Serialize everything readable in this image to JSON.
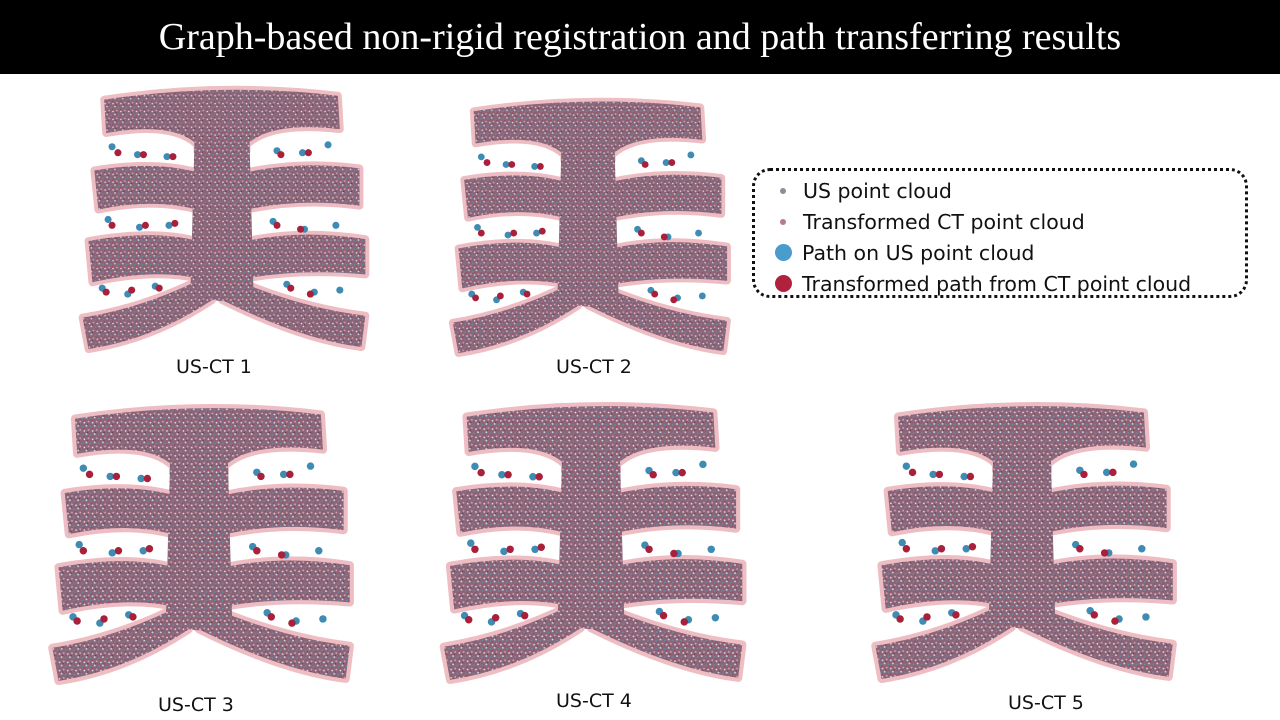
{
  "title": "Graph-based non-rigid registration and path transferring results",
  "colors": {
    "title_bg": "#000000",
    "title_fg": "#ffffff",
    "us_point": "#8a8f9c",
    "ct_point": "#b87a8a",
    "path_us": "#3f8fc4",
    "path_ct": "#b0223c",
    "cloud_body": "#8a6274",
    "cloud_edge_us": "#5aa4c4",
    "cloud_edge_ct": "#e08c96"
  },
  "legend": {
    "items": [
      {
        "label": "US point cloud",
        "marker": "small",
        "color": "#8a8f9c"
      },
      {
        "label": "Transformed CT point cloud",
        "marker": "small",
        "color": "#b87a8a"
      },
      {
        "label": "Path on US point cloud",
        "marker": "large",
        "color": "#4a9ccc"
      },
      {
        "label": "Transformed path from CT point cloud",
        "marker": "large",
        "color": "#b0223c"
      }
    ]
  },
  "panels": [
    {
      "label": "US-CT 1"
    },
    {
      "label": "US-CT 2"
    },
    {
      "label": "US-CT 3"
    },
    {
      "label": "US-CT 4"
    },
    {
      "label": "US-CT 5"
    }
  ]
}
